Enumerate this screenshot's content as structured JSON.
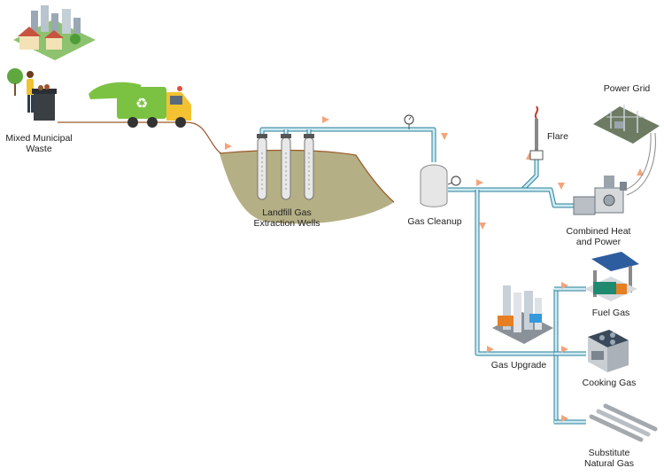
{
  "labels": {
    "waste_line1": "Mixed Municipal",
    "waste_line2": "Waste",
    "wells_line1": "Landfill Gas",
    "wells_line2": "Extraction Wells",
    "cleanup": "Gas Cleanup",
    "flare": "Flare",
    "power_grid": "Power Grid",
    "chp_line1": "Combined Heat",
    "chp_line2": "and Power",
    "upgrade": "Gas Upgrade",
    "fuel_gas": "Fuel Gas",
    "cooking_gas": "Cooking Gas",
    "sng_line1": "Substitute",
    "sng_line2": "Natural Gas"
  },
  "icons": {
    "city": "city-houses-icon",
    "person_bin": "person-with-waste-bin-icon",
    "truck": "garbage-truck-icon",
    "wells": "extraction-well-icon",
    "tank": "gas-cleanup-tank-icon",
    "flare": "flare-stack-icon",
    "grid": "power-grid-substation-icon",
    "chp": "chp-engine-icon",
    "refinery": "gas-upgrade-plant-icon",
    "fuel_station": "fuel-station-icon",
    "stove": "cooking-stove-icon",
    "pipeline": "gas-pipeline-icon"
  },
  "colors": {
    "pipe_outline": "#2a7f97",
    "pipe_fill": "#cdeaf3",
    "arrow": "#f4a47a",
    "landfill": "#b5af85",
    "landfill_outline": "#9a5a2a",
    "truck_green": "#7cc242",
    "truck_yellow": "#f2c230"
  }
}
